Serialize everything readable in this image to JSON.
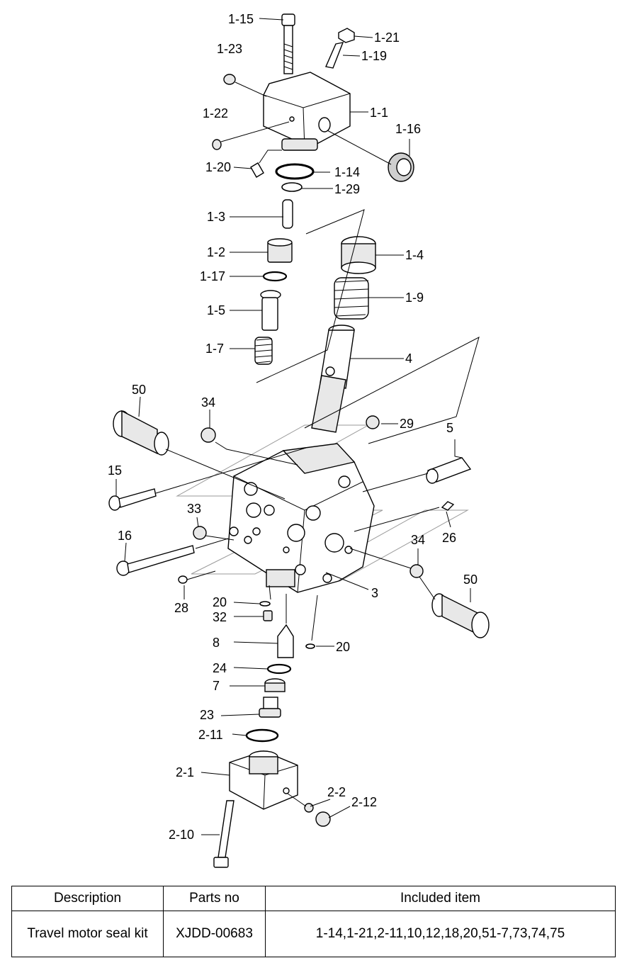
{
  "callouts": {
    "c1_15": "1-15",
    "c1_21": "1-21",
    "c1_19": "1-19",
    "c1_23": "1-23",
    "c1_1": "1-1",
    "c1_22": "1-22",
    "c1_16": "1-16",
    "c1_20": "1-20",
    "c1_14": "1-14",
    "c1_29": "1-29",
    "c1_3": "1-3",
    "c1_2": "1-2",
    "c1_4": "1-4",
    "c1_17": "1-17",
    "c1_9": "1-9",
    "c1_5": "1-5",
    "c1_7": "1-7",
    "c4": "4",
    "c50a": "50",
    "c34a": "34",
    "c29": "29",
    "c5": "5",
    "c15": "15",
    "c33": "33",
    "c26": "26",
    "c16": "16",
    "c34b": "34",
    "c50b": "50",
    "c28": "28",
    "c20a": "20",
    "c3": "3",
    "c32": "32",
    "c8": "8",
    "c20b": "20",
    "c24": "24",
    "c7": "7",
    "c23": "23",
    "c2_11": "2-11",
    "c2_1": "2-1",
    "c2_2": "2-2",
    "c2_12": "2-12",
    "c2_10": "2-10"
  },
  "table": {
    "headers": [
      "Description",
      "Parts no",
      "Included item"
    ],
    "rows": [
      {
        "description": "Travel motor seal kit",
        "parts_no": "XJDD-00683",
        "included": "1-14,1-21,2-11,10,12,18,20,51-7,73,74,75"
      }
    ]
  }
}
